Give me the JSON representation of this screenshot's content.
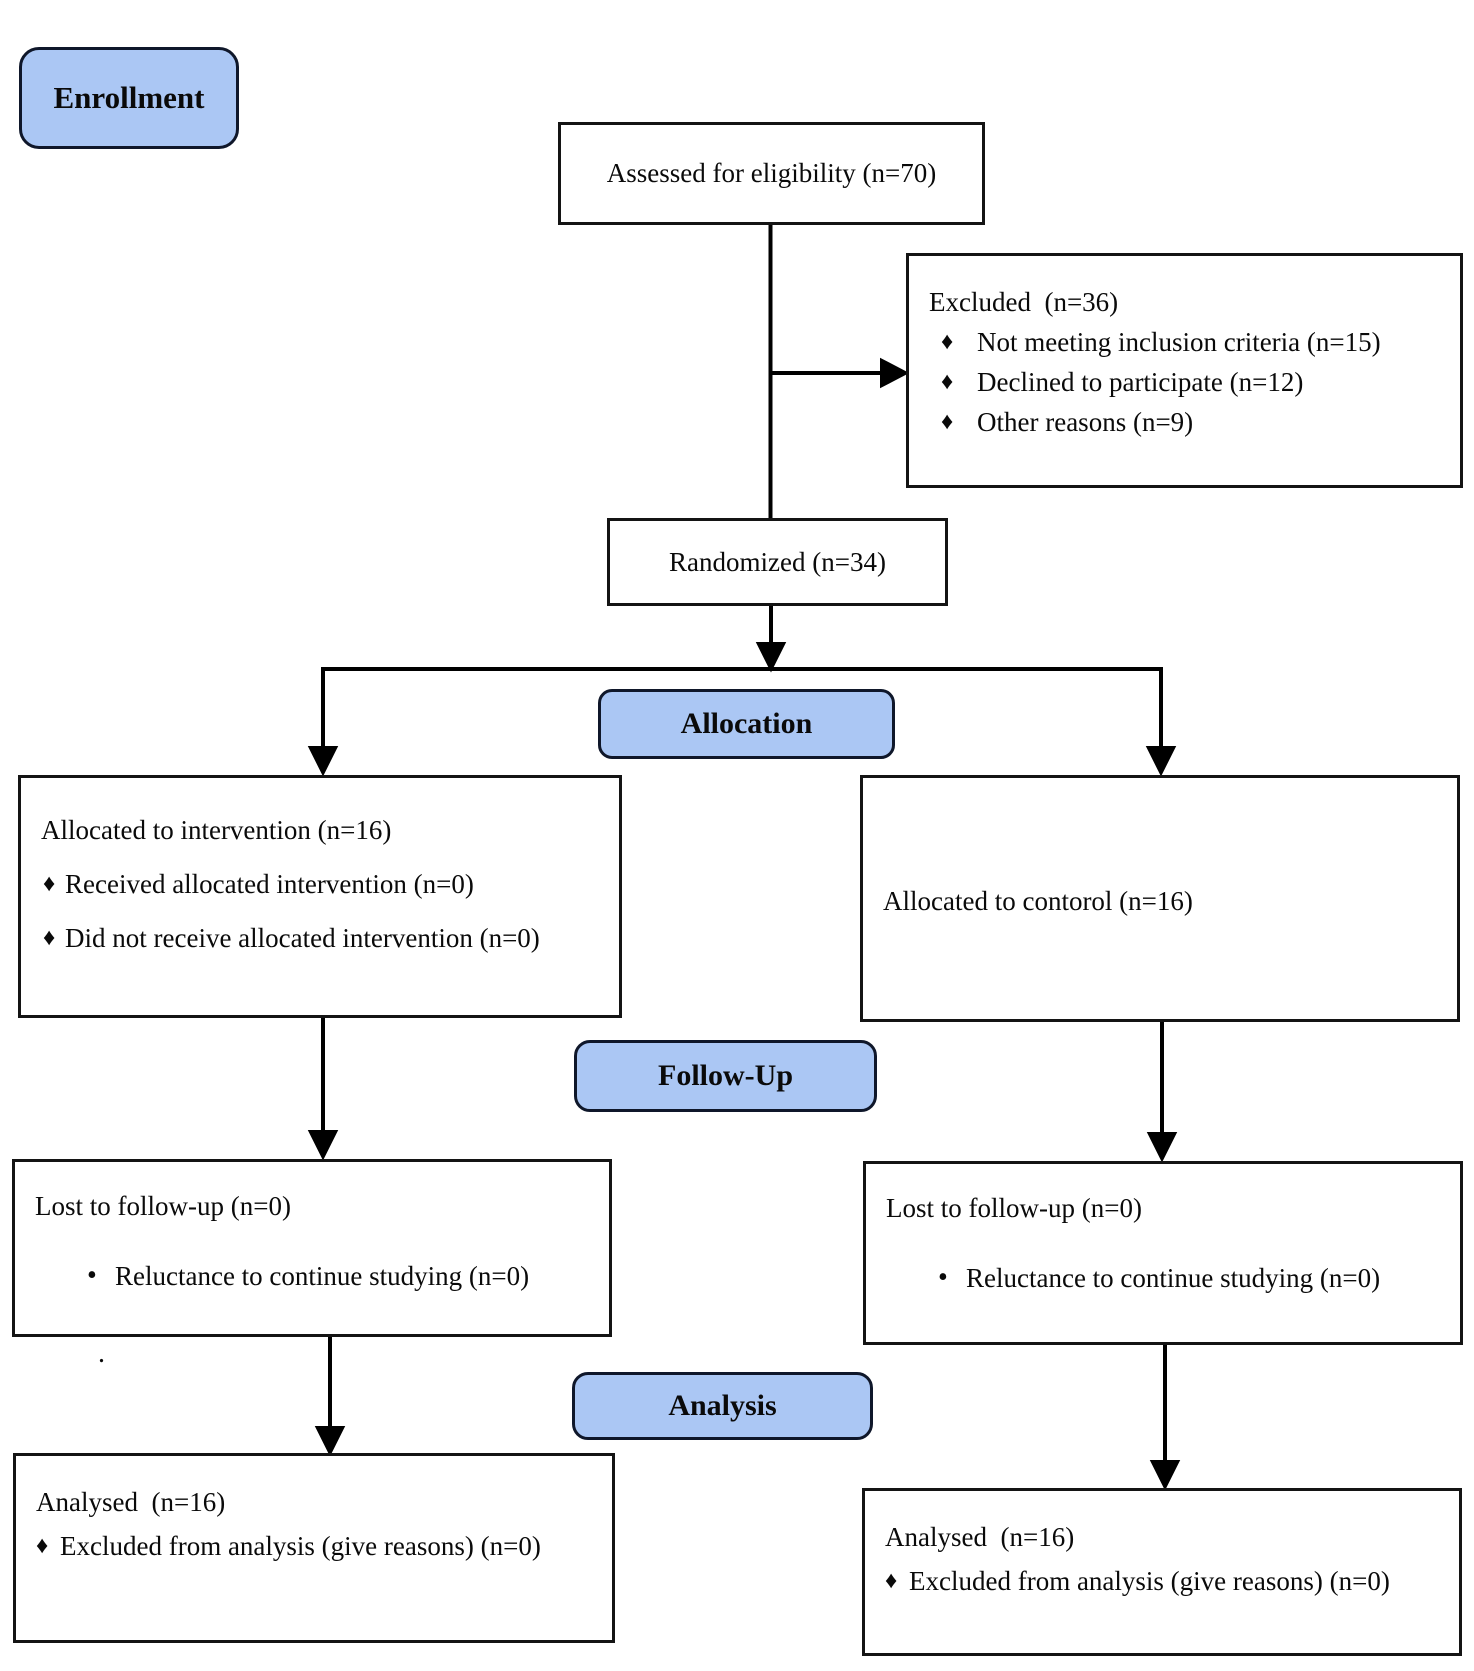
{
  "stages": {
    "enrollment": "Enrollment",
    "allocation": "Allocation",
    "followup": "Follow-Up",
    "analysis": "Analysis"
  },
  "boxes": {
    "assessed": {
      "title": "Assessed for eligibility (n=70)"
    },
    "excluded": {
      "title": "Excluded  (n=36)",
      "bullet": "♦",
      "items": [
        "Not meeting inclusion criteria (n=15)",
        "Declined to participate (n=12)",
        "Other reasons (n=9)"
      ]
    },
    "randomized": {
      "title": "Randomized (n=34)"
    },
    "alloc_left": {
      "title": "Allocated to intervention (n=16)",
      "bullet": "♦",
      "items": [
        "Received allocated intervention (n=0)",
        "Did not receive allocated intervention (n=0)"
      ]
    },
    "alloc_right": {
      "title": "Allocated to contorol (n=16)"
    },
    "followup_left": {
      "title": "Lost to follow-up (n=0)",
      "bullet": "•",
      "items": [
        "Reluctance to continue studying (n=0)"
      ]
    },
    "followup_right": {
      "title": "Lost to follow-up (n=0)",
      "bullet": "•",
      "items": [
        "Reluctance to continue studying (n=0)"
      ]
    },
    "analysed_left": {
      "title": "Analysed  (n=16)",
      "bullet": "♦",
      "items": [
        "Excluded from analysis (give reasons) (n=0)"
      ]
    },
    "analysed_right": {
      "title": "Analysed  (n=16)",
      "bullet": "♦",
      "items": [
        "Excluded from analysis (give reasons) (n=0)"
      ]
    }
  },
  "stray_dot": ".",
  "colors": {
    "stage_fill": "#abc7f4",
    "stage_border": "#0f172a",
    "box_border": "#141414",
    "line_color": "#000000"
  }
}
